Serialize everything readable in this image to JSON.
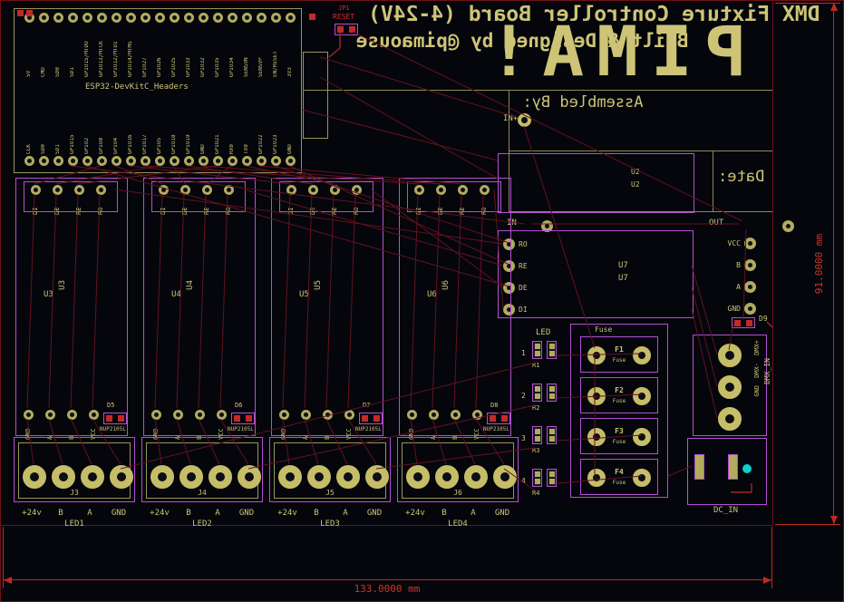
{
  "colors": {
    "pad_gold": "#b2ab5e",
    "silkscreen": "#cdc477",
    "courtyard_purple": "#b44fd4",
    "ratsnest_red": "#63121e",
    "dimension_red": "#c23122",
    "edge_cut": "#6e1016",
    "via_cyan": "#0cd0d0",
    "red_pad": "#c22a2a"
  },
  "header": {
    "title": "DMX Fixture Controller Board (4-24V)",
    "byline": "Built & Designed by @pimaouse",
    "logo": "PIMA!",
    "assembled_by": "Assembled By:",
    "date_label": "Date:"
  },
  "esp32": {
    "ref_label": "ESP32-DevKitC_Headers",
    "top_pins": [
      "5V",
      "CMD",
      "SD0",
      "SD1",
      "GPIO15/MTDO",
      "GPIO13/MTCK",
      "GPIO12/MTDI",
      "GPIO14/MTMS",
      "GPIO27",
      "GPIO26",
      "GPIO25",
      "GPIO33",
      "GPIO32",
      "GPIO35",
      "GPIO34",
      "SENSVN",
      "SENSVP",
      "EN/RESET",
      "3V3"
    ],
    "bottom_pins": [
      "CLK",
      "SD0",
      "SD1",
      "GPIO15",
      "GPIO2",
      "GPIO0",
      "GPIO4",
      "GPIO16",
      "GPIO17",
      "GPIO5",
      "GPIO18",
      "GPIO19",
      "GND",
      "GPIO21",
      "RX0",
      "TX0",
      "GPIO22",
      "GPIO23",
      "GND"
    ]
  },
  "jumper": {
    "ref": "JP1",
    "label": "RESET"
  },
  "nets": {
    "in_plus": "IN+",
    "in": "IN",
    "out": "OUT"
  },
  "u2": {
    "ref": "U2"
  },
  "u7": {
    "ref": "U7",
    "left_pins": [
      "RO",
      "RE",
      "DE",
      "DI"
    ],
    "right_pins": [
      "VCC",
      "B",
      "A",
      "GND"
    ]
  },
  "pins": {
    "module_top": [
      "DI",
      "DE",
      "RE",
      "RO"
    ],
    "module_bottom": [
      "GND",
      "A",
      "B",
      "VCC"
    ],
    "connector": [
      "+24v",
      "B",
      "A",
      "GND"
    ],
    "dmx": [
      "DMX+",
      "DMX-",
      "GND"
    ]
  },
  "modules": [
    {
      "ref": "U3",
      "diode": "D5",
      "diode_part": "NUP2105L"
    },
    {
      "ref": "U4",
      "diode": "D6",
      "diode_part": "NUP2105L"
    },
    {
      "ref": "U5",
      "diode": "D7",
      "diode_part": "NUP2105L"
    },
    {
      "ref": "U6",
      "diode": "D8",
      "diode_part": "NUP2105L"
    }
  ],
  "connectors": [
    {
      "ref": "J3",
      "led": "LED1"
    },
    {
      "ref": "J4",
      "led": "LED2"
    },
    {
      "ref": "J5",
      "led": "LED3"
    },
    {
      "ref": "J6",
      "led": "LED4"
    }
  ],
  "fuses": {
    "header": "Fuse",
    "items": [
      {
        "ref": "F1",
        "value": "Fuse"
      },
      {
        "ref": "F2",
        "value": "Fuse"
      },
      {
        "ref": "F3",
        "value": "Fuse"
      },
      {
        "ref": "F4",
        "value": "Fuse"
      }
    ]
  },
  "led_col": {
    "label": "LED",
    "items": [
      {
        "num": "1",
        "ref": "R1"
      },
      {
        "num": "2",
        "ref": "R2"
      },
      {
        "num": "3",
        "ref": "R3"
      },
      {
        "num": "4",
        "ref": "R4"
      }
    ]
  },
  "dmx": {
    "name": "DMX_IN"
  },
  "d9": {
    "ref": "D9"
  },
  "dc_in": {
    "label": "DC_IN"
  },
  "dimensions": {
    "width": "133.0000 mm",
    "height": "91.0000 mm"
  }
}
